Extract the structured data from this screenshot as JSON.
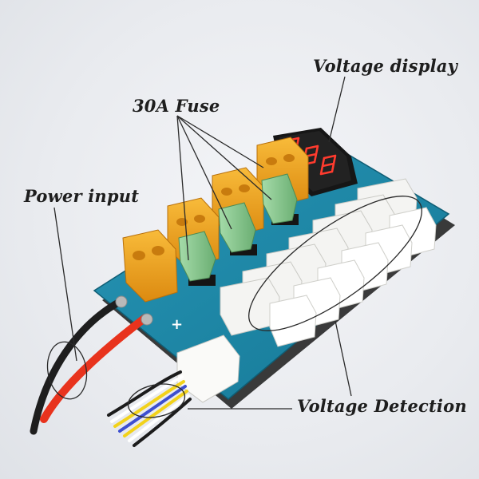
{
  "callouts": {
    "voltage_display": "Voltage display",
    "fuse": "30A Fuse",
    "power_input": "Power input",
    "voltage_detection": "Voltage Detection"
  },
  "board": {
    "polarity_mark": "+"
  },
  "colors": {
    "pcb": "#1e86a6",
    "xt60_connector": "#f0a21c",
    "fuse": "#86c78c",
    "balance_port": "#f4f4f2",
    "display_segments": "#ff3b2e",
    "wire_red": "#e8331d",
    "wire_black": "#1e1e1e",
    "callout_text": "#1e1e1e"
  }
}
